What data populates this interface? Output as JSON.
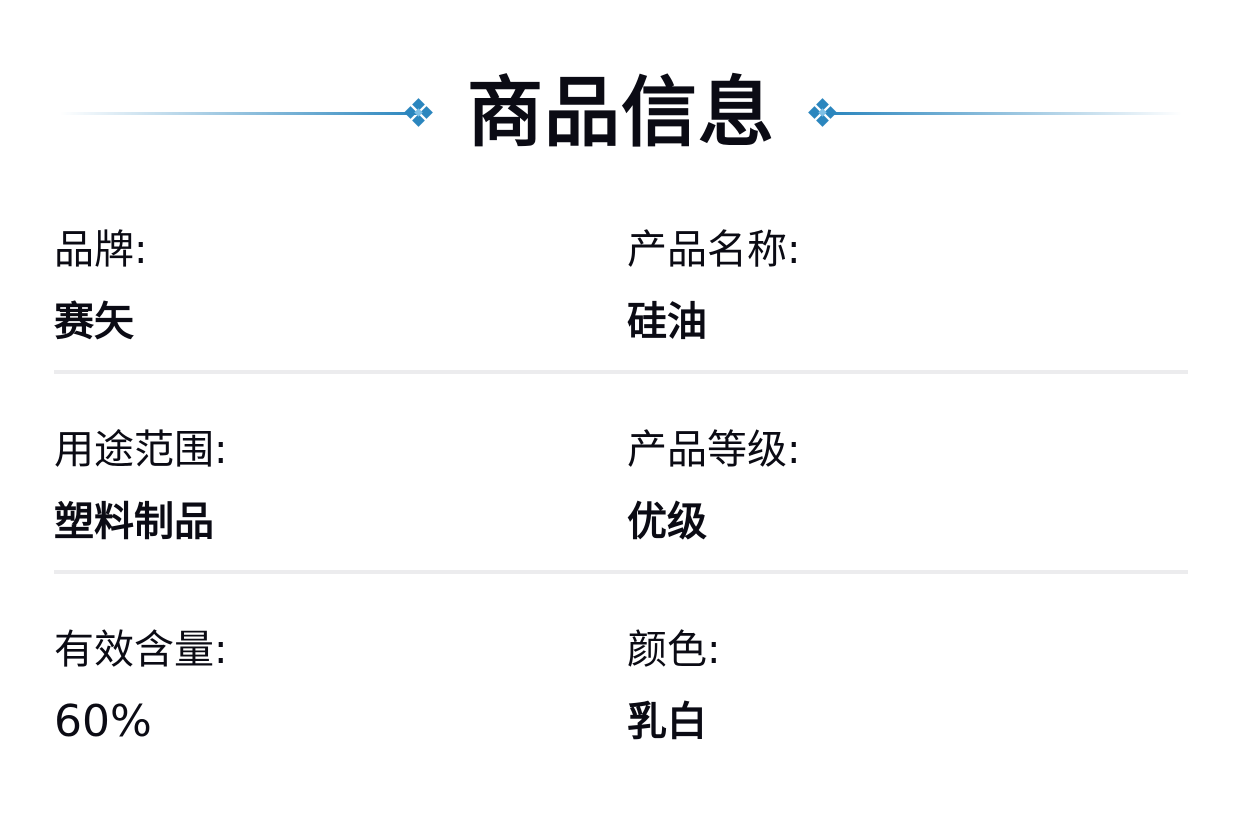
{
  "header": {
    "title": "商品信息",
    "accent_color": "#2b86be"
  },
  "fields": [
    {
      "label": "品牌:",
      "value": "赛矢"
    },
    {
      "label": "产品名称:",
      "value": "硅油"
    },
    {
      "label": "用途范围:",
      "value": "塑料制品"
    },
    {
      "label": "产品等级:",
      "value": "优级"
    },
    {
      "label": "有效含量:",
      "value": "60%"
    },
    {
      "label": "颜色:",
      "value": "乳白"
    }
  ],
  "colors": {
    "text": "#0b0b14",
    "divider": "#ececee",
    "background": "#ffffff"
  }
}
